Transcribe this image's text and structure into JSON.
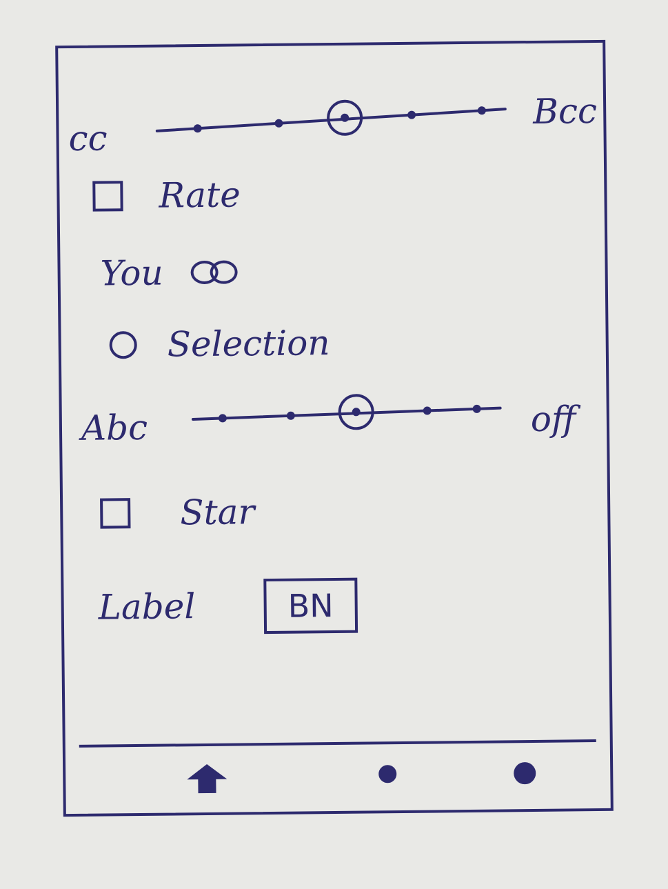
{
  "slider1": {
    "min_label": "cc",
    "max_label": "Bcc",
    "value": 3,
    "steps": 5
  },
  "rate": {
    "label": "Rate",
    "checked": false
  },
  "you": {
    "label": "You",
    "toggle_state": "off"
  },
  "selection": {
    "label": "Selection",
    "selected": false
  },
  "slider2": {
    "min_label": "Abc",
    "max_label": "off",
    "value": 3,
    "steps": 5
  },
  "star": {
    "label": "Star",
    "checked": false
  },
  "label_text": "Label",
  "bn_button": "BN",
  "navbar": {
    "items": [
      "home-icon",
      "circle-icon",
      "circle-icon"
    ]
  },
  "colors": {
    "ink": "#2d2a6e",
    "paper": "#e9e9e6"
  }
}
